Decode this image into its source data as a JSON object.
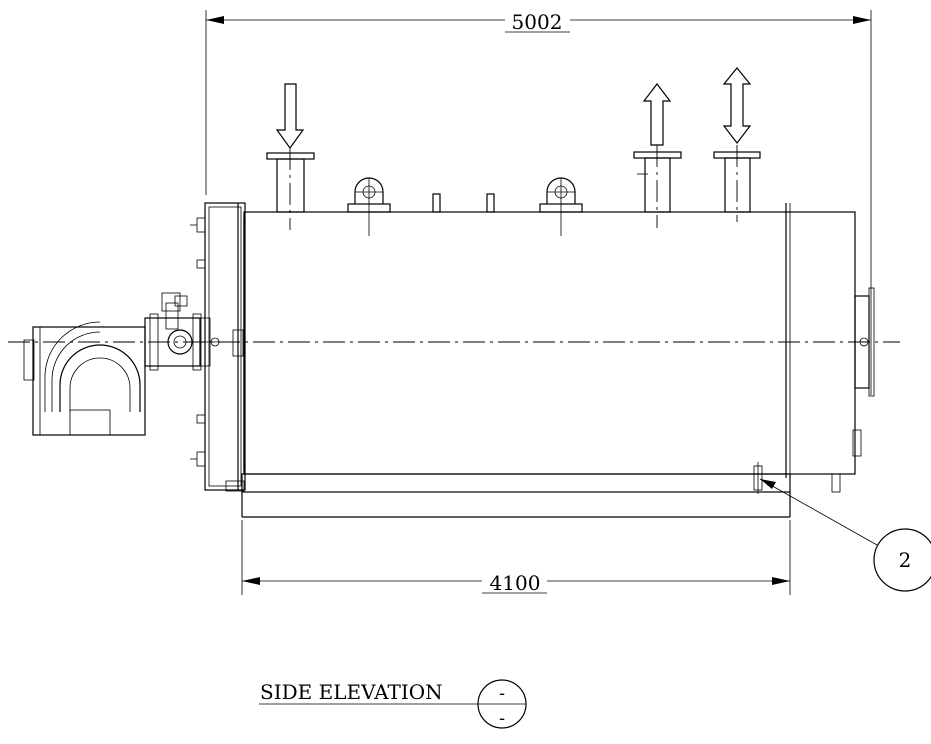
{
  "drawing": {
    "dimensions": {
      "overall_length": "5002",
      "base_length": "4100"
    },
    "callout": {
      "number": "2"
    },
    "view_label": {
      "text": "SIDE ELEVATION",
      "section_top": "-",
      "section_bottom": "-"
    }
  }
}
